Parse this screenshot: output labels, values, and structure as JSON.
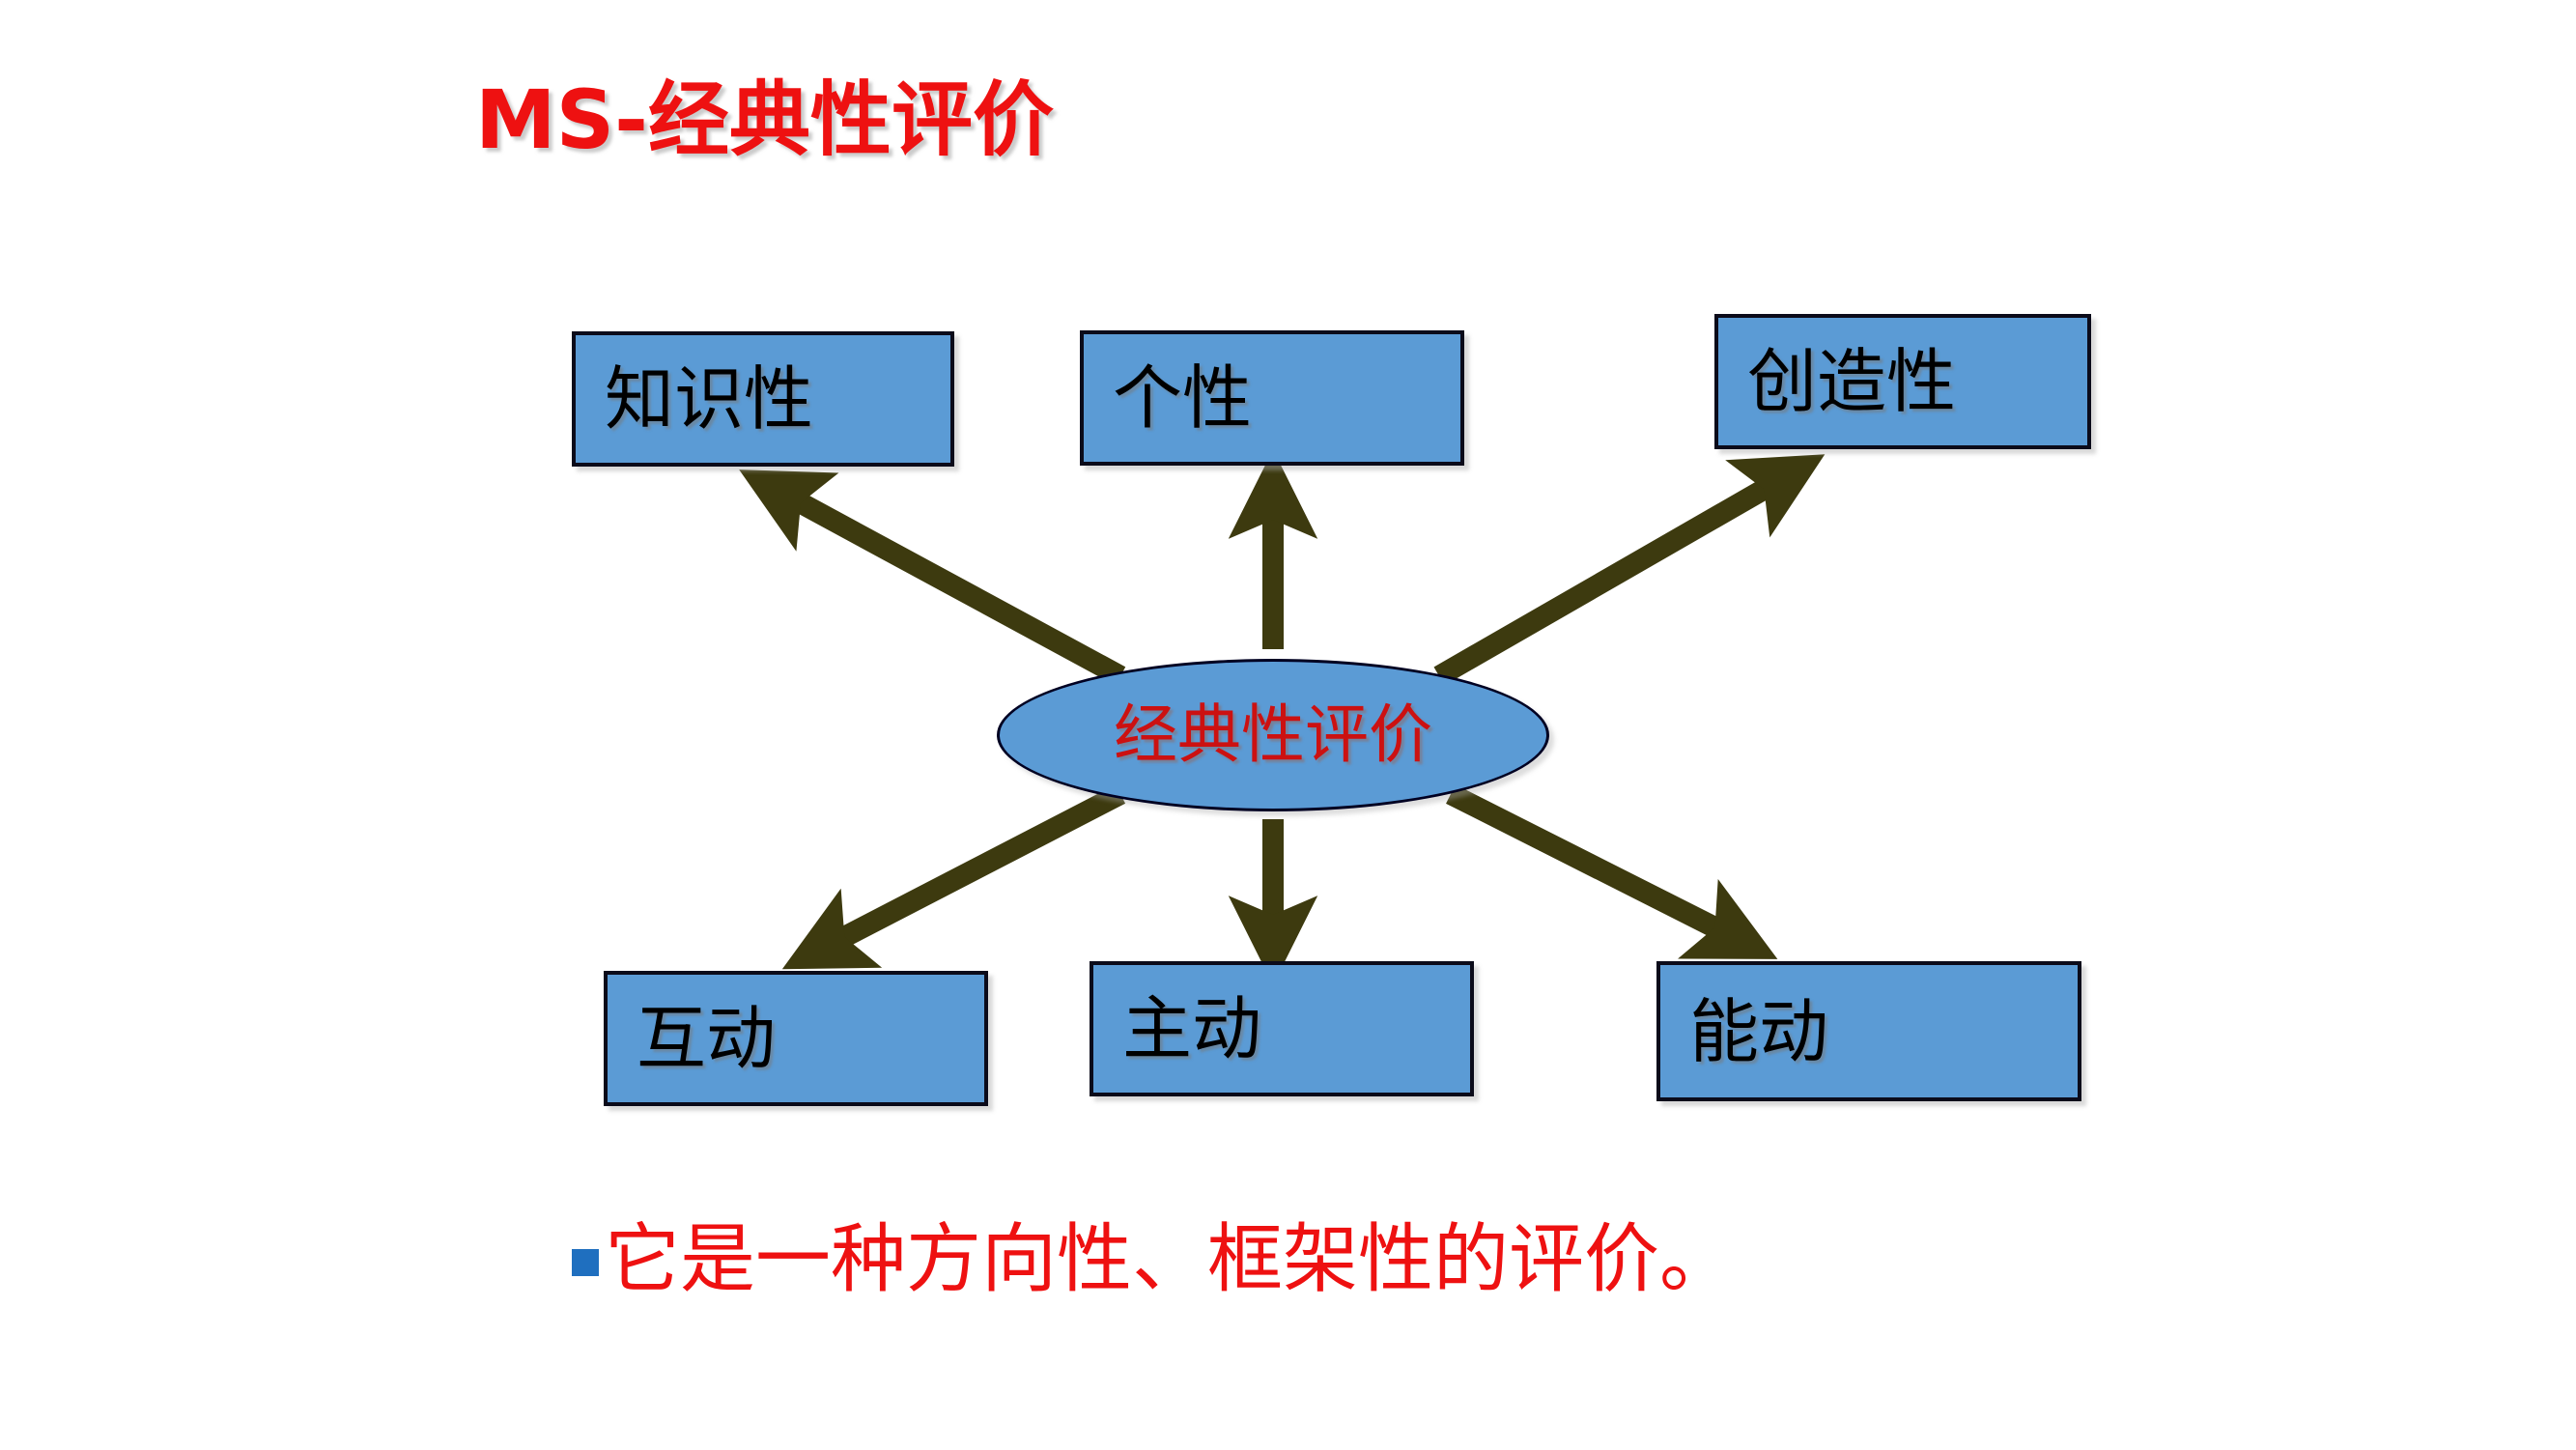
{
  "slide": {
    "title": "MS-经典性评价",
    "title_color": "#EE1111",
    "background_color": "#FFFFFF"
  },
  "diagram": {
    "type": "hub-and-spoke",
    "center": {
      "label": "经典性评价",
      "shape": "ellipse",
      "fill_color": "#5B9BD5",
      "text_color": "#CC1111",
      "border_color": "#000022"
    },
    "arrow_color": "#3D3A0F",
    "nodes": [
      {
        "id": "knowledge",
        "label": "知识性",
        "position": "top-left",
        "fill_color": "#5B9BD5",
        "text_color": "#000000"
      },
      {
        "id": "individual",
        "label": "个性",
        "position": "top-center",
        "fill_color": "#5B9BD5",
        "text_color": "#000000"
      },
      {
        "id": "creative",
        "label": "创造性",
        "position": "top-right",
        "fill_color": "#5B9BD5",
        "text_color": "#000000"
      },
      {
        "id": "interactive",
        "label": "互动",
        "position": "bottom-left",
        "fill_color": "#5B9BD5",
        "text_color": "#000000"
      },
      {
        "id": "active",
        "label": "主动",
        "position": "bottom-center",
        "fill_color": "#5B9BD5",
        "text_color": "#000000"
      },
      {
        "id": "dynamic",
        "label": "能动",
        "position": "bottom-right",
        "fill_color": "#5B9BD5",
        "text_color": "#000000"
      }
    ]
  },
  "bullet": {
    "marker_shape": "square",
    "marker_color": "#1F6FBF",
    "text": "它是一种方向性、框架性的评价。",
    "text_color": "#EE1111"
  }
}
